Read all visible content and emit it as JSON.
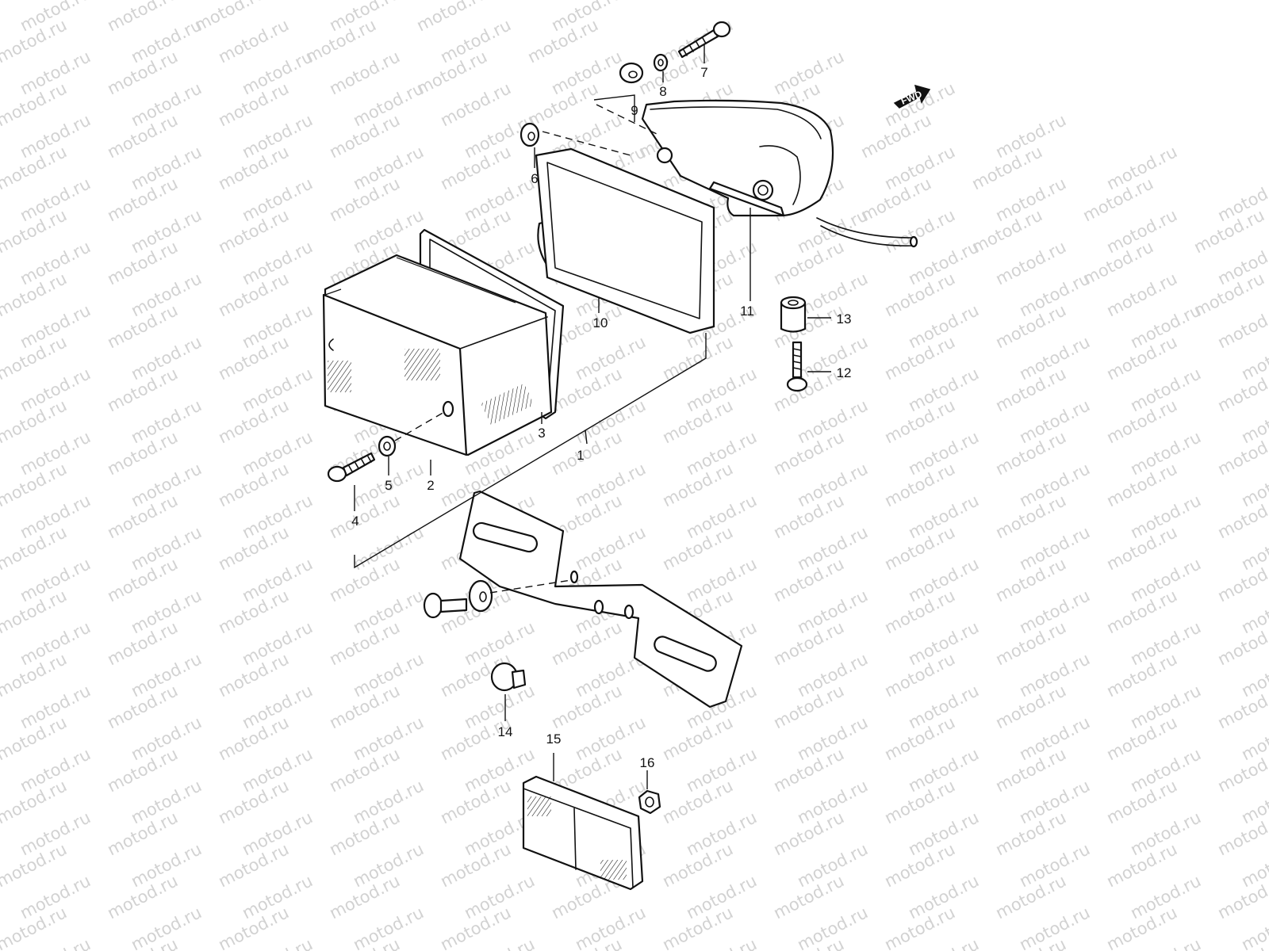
{
  "watermark": "motod.ru",
  "direction_badge": {
    "text": "FWD",
    "icon": "forward-arrow-icon"
  },
  "callouts": [
    "1",
    "2",
    "3",
    "4",
    "5",
    "6",
    "7",
    "8",
    "9",
    "10",
    "11",
    "12",
    "13",
    "14",
    "15",
    "16"
  ]
}
